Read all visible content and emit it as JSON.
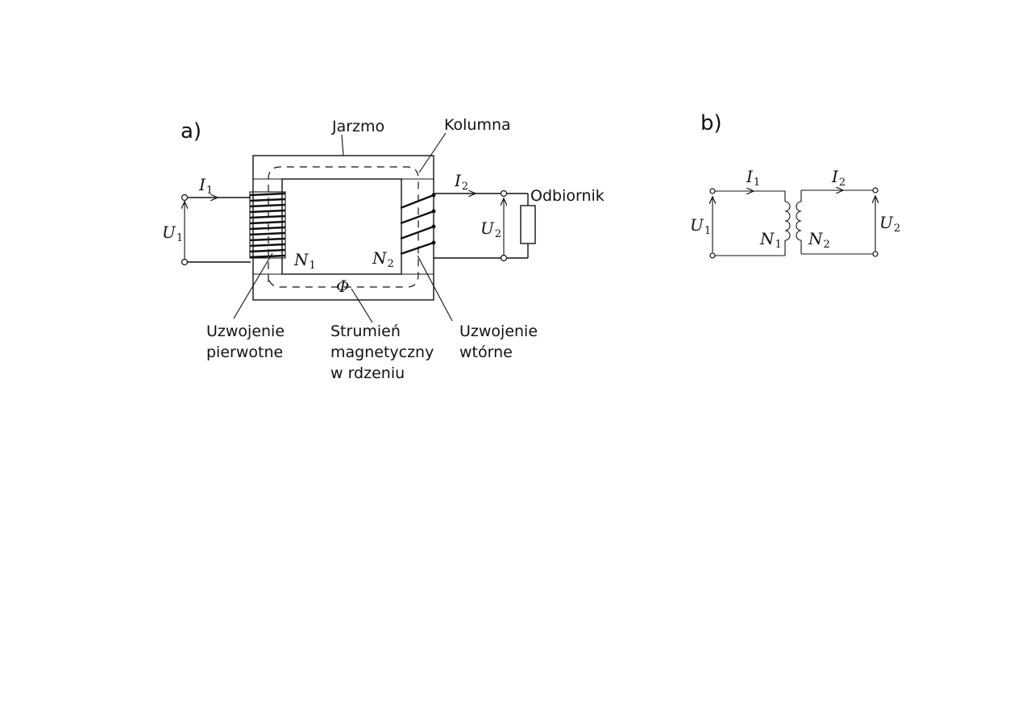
{
  "panel_a": {
    "label": "a)",
    "yoke": "Jarzmo",
    "column": "Kolumna",
    "load": "Odbiornik",
    "primary_winding": [
      "Uzwojenie",
      "pierwotne"
    ],
    "magnetic_flux": [
      "Strumień",
      "magnetyczny",
      "w rdzeniu"
    ],
    "secondary_winding": [
      "Uzwojenie",
      "wtórne"
    ],
    "flux_symbol": "Φ",
    "i1": {
      "base": "I",
      "sub": "1"
    },
    "i2": {
      "base": "I",
      "sub": "2"
    },
    "u1": {
      "base": "U",
      "sub": "1"
    },
    "u2": {
      "base": "U",
      "sub": "2"
    },
    "n1": {
      "base": "N",
      "sub": "1"
    },
    "n2": {
      "base": "N",
      "sub": "2"
    }
  },
  "panel_b": {
    "label": "b)",
    "i1": {
      "base": "I",
      "sub": "1"
    },
    "i2": {
      "base": "I",
      "sub": "2"
    },
    "u1": {
      "base": "U",
      "sub": "1"
    },
    "u2": {
      "base": "U",
      "sub": "2"
    },
    "n1": {
      "base": "N",
      "sub": "1"
    },
    "n2": {
      "base": "N",
      "sub": "2"
    }
  }
}
